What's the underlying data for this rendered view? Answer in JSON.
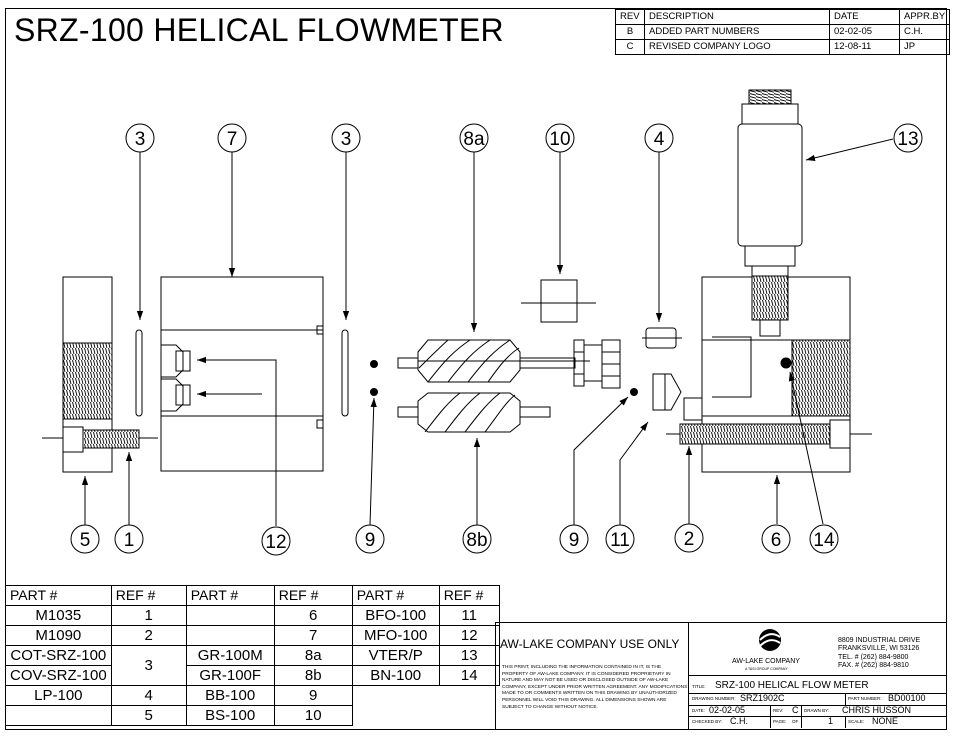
{
  "title": "SRZ-100 HELICAL FLOWMETER",
  "revision_block": {
    "headers": [
      "REV",
      "DESCRIPTION",
      "DATE",
      "APPR.BY"
    ],
    "rows": [
      [
        "B",
        "ADDED PART NUMBERS",
        "02-02-05",
        "C.H."
      ],
      [
        "C",
        "REVISED COMPANY LOGO",
        "12-08-11",
        "JP"
      ]
    ]
  },
  "callouts": [
    "3",
    "7",
    "3",
    "8a",
    "10",
    "4",
    "13",
    "5",
    "1",
    "12",
    "9",
    "8b",
    "9",
    "11",
    "2",
    "6",
    "14"
  ],
  "parts_table": {
    "header": [
      "PART #",
      "REF #",
      "PART #",
      "REF #",
      "PART #",
      "REF #"
    ],
    "col1": [
      [
        "M1035",
        "1"
      ],
      [
        "M1090",
        "2"
      ],
      [
        "COT-SRZ-100",
        ""
      ],
      [
        "COV-SRZ-100",
        ""
      ],
      [
        "LP-100",
        "4"
      ],
      [
        "",
        "5"
      ]
    ],
    "ref3": "3",
    "col2": [
      [
        "",
        "6"
      ],
      [
        "",
        "7"
      ],
      [
        "GR-100M",
        "8a"
      ],
      [
        "GR-100F",
        "8b"
      ],
      [
        "BB-100",
        "9"
      ],
      [
        "BS-100",
        "10"
      ]
    ],
    "col3": [
      [
        "BFO-100",
        "11"
      ],
      [
        "MFO-100",
        "12"
      ],
      [
        "VTER/P",
        "13"
      ],
      [
        "BN-100",
        "14"
      ]
    ]
  },
  "title_block": {
    "company_use": "AW-LAKE COMPANY USE ONLY",
    "fine_print": "THIS PRINT, INCLUDING THE INFORMATION CONTAINED IN IT, IS THE PROPERTY OF AW-LAKE COMPANY. IT IS CONSIDERED PROPRIETARY IN NATURE AND MAY NOT BE USED OR DISCLOSED OUTSIDE OF AW-LAKE COMPANY, EXCEPT UNDER PRIOR WRITTEN AGREEMENT. ANY MODIFICATIONS MADE TO OR COMMENTS WRITTEN ON THIS DRAWING BY UNAUTHORIZED PERSONNEL WILL VOID THIS DRAWING. ALL DIMENSIONS SHOWN ARE SUBJECT TO CHANGE WITHOUT NOTICE.",
    "logo_name": "AW-LAKE COMPANY",
    "logo_sub": "A TASI GROUP COMPANY",
    "address": [
      "8809 INDUSTRIAL DRIVE",
      "FRANKSVILLE, WI 53126",
      "TEL.    # (262) 884-9800",
      "FAX.    # (262) 884-9810"
    ],
    "title_label": "TITLE:",
    "title": "SRZ-100 HELICAL FLOW METER",
    "drawing_number_label": "DRAWING NUMBER:",
    "drawing_number": "SRZ1902C",
    "part_number_label": "PART NUMBER:",
    "part_number": "BD00100",
    "date_label": "DATE:",
    "date": "02-02-05",
    "rev_label": "REV:",
    "rev": "C",
    "drawn_by_label": "DRAWN BY:",
    "drawn_by": "CHRIS HUSSON",
    "checked_by_label": "CHECKED BY:",
    "checked_by": "C.H.",
    "page_label": "PAGE:",
    "page_of": "OF",
    "page": "1",
    "scale_label": "SCALE:",
    "scale": "NONE"
  }
}
